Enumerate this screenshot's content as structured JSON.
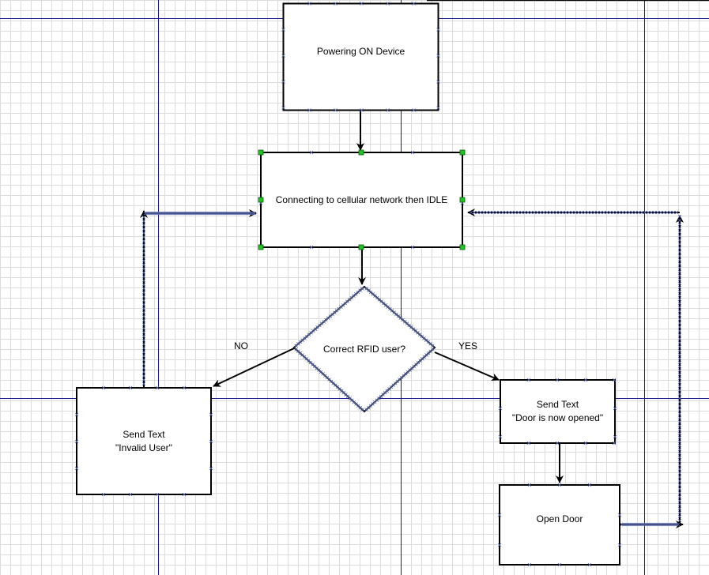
{
  "nodes": {
    "power_on": "Powering ON Device",
    "connecting": "Connecting to cellular network then IDLE",
    "decision": "Correct RFID user?",
    "send_invalid": "Send Text\n\"Invalid User\"",
    "send_opened": "Send Text\n\"Door is now opened\"",
    "open_door": "Open Door"
  },
  "edges": {
    "no": "NO",
    "yes": "YES"
  },
  "colors": {
    "page_guide": "#1a1a8c",
    "grid": "#dcdcdc",
    "selection_handle": "#22c422",
    "connector": "#000000"
  }
}
